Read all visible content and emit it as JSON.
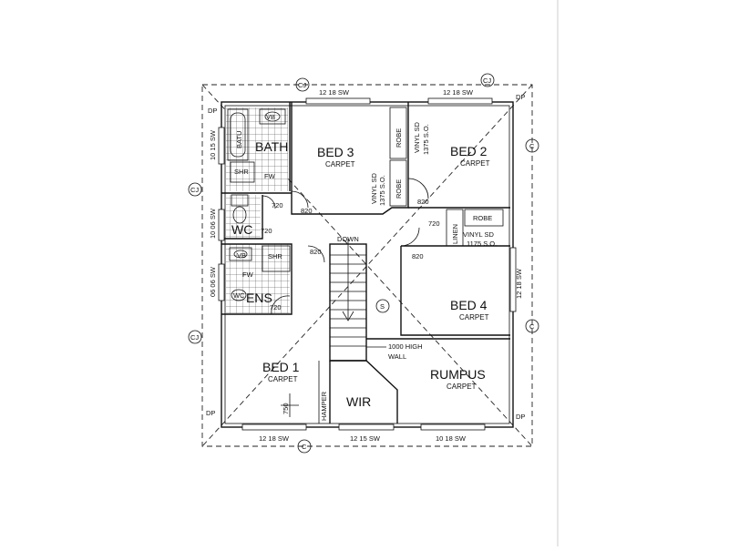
{
  "rooms": {
    "bath": "BATH",
    "bed3": "BED 3",
    "bed3_floor": "CARPET",
    "bed2": "BED 2",
    "bed2_floor": "CARPET",
    "bed4": "BED 4",
    "bed4_floor": "CARPET",
    "bed1": "BED 1",
    "bed1_floor": "CARPET",
    "rumpus": "RUMPUS",
    "rumpus_floor": "CARPET",
    "wc": "WC",
    "ens": "ENS",
    "wir": "WIR"
  },
  "fixtures": {
    "vb_top": "VB",
    "vb_ens": "VB",
    "batu": "BATU",
    "shr_bath": "SHR",
    "shr_ens": "SHR",
    "fw_bath": "FW",
    "fw_ens": "FW",
    "wc_small": "WC",
    "robe_bed3_top": "ROBE",
    "robe_bed3_bottom": "ROBE",
    "robe_bed2": "ROBE",
    "linen": "LINEN",
    "hamper": "HAMPER"
  },
  "notes": {
    "vinyl_sd_1": "VINYL SD",
    "vinyl_so_1": "1375 S.O.",
    "vinyl_sd_2": "VINYL SD",
    "vinyl_so_2": "1375 S.O.",
    "vinyl_sd_3": "VINYL SD",
    "vinyl_so_3": "1175 S.O.",
    "down": "DOWN",
    "wall_note_1": "1000 HIGH",
    "wall_note_2": "WALL",
    "smoke": "S"
  },
  "doors": {
    "d720_bath": "720",
    "d820_bed3": "820",
    "d720_wc": "720",
    "d820_hall": "820",
    "d820_bed2": "820",
    "d720_linen": "720",
    "d820_bed4": "820",
    "d720_ens": "720",
    "d750": "750"
  },
  "windows": {
    "top_1": "12 18 SW",
    "top_2": "12 18 SW",
    "bottom_1": "12 18 SW",
    "bottom_2": "12 15 SW",
    "bottom_3": "10 18 SW",
    "left_1": "10 15 SW",
    "left_2": "10 06 SW",
    "left_3": "06 06 SW",
    "right_1": "12 18 SW"
  },
  "markers": {
    "cj": "CJ",
    "c": "C",
    "dp": "DP"
  }
}
